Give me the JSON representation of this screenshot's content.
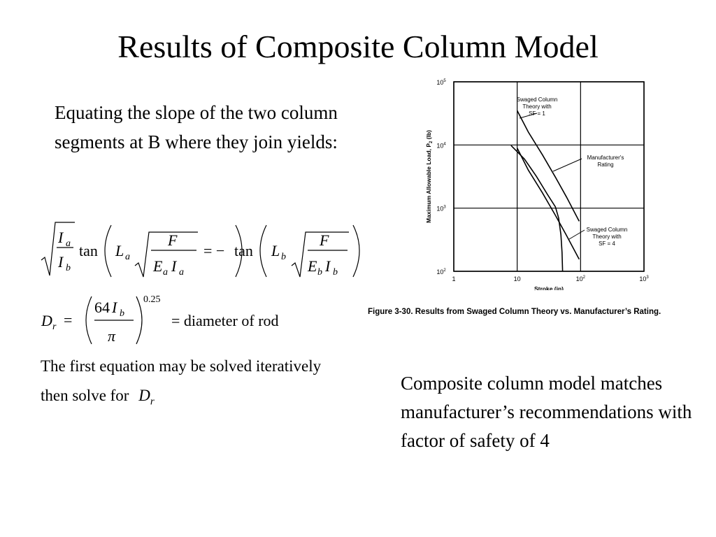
{
  "slide": {
    "title": "Results of Composite Column Model",
    "intro": "Equating the slope of the two column segments at B where they join yields:",
    "conclusion": "Composite column model matches manufacturer’s recommendations with factor of safety of 4",
    "solve_line1": "The first equation may be solved iteratively",
    "solve_line2_prefix": "then solve for",
    "diameter_label": "= diameter of rod"
  },
  "equation": {
    "tan": "tan",
    "equals_minus": "= −",
    "F": "F",
    "I": "I",
    "L": "L",
    "E": "E",
    "a": "a",
    "b": "b",
    "D": "D",
    "r": "r",
    "64": "64",
    "pi": "π",
    "exponent": "0.25",
    "eq_sign": "="
  },
  "figure": {
    "caption": "Figure 3-30. Results from Swaged Column Theory vs. Manufacturer’s Rating."
  },
  "chart_data": {
    "type": "line",
    "xlabel": "Stroke (in)",
    "ylabel": "Maximum Allowable Load, P",
    "ylabel_sub": "2",
    "ylabel_unit": "(lb)",
    "xscale": "log",
    "yscale": "log",
    "xlim": [
      1,
      1000
    ],
    "ylim": [
      100,
      100000
    ],
    "grid": true,
    "x_ticks": [
      {
        "value": 1,
        "base": "1",
        "exp": ""
      },
      {
        "value": 10,
        "base": "10",
        "exp": ""
      },
      {
        "value": 100,
        "base": "10",
        "exp": "2"
      },
      {
        "value": 1000,
        "base": "10",
        "exp": "3"
      }
    ],
    "y_ticks": [
      {
        "value": 100,
        "base": "10",
        "exp": "2"
      },
      {
        "value": 1000,
        "base": "10",
        "exp": "3"
      },
      {
        "value": 10000,
        "base": "10",
        "exp": "4"
      },
      {
        "value": 100000,
        "base": "10",
        "exp": "5"
      }
    ],
    "series": [
      {
        "name": "Swaged Column Theory with SF = 1",
        "label_lines": [
          "Swaged Column",
          "Theory with",
          "SF = 1"
        ],
        "points": [
          [
            10,
            35000
          ],
          [
            15,
            16000
          ],
          [
            25,
            7000
          ],
          [
            40,
            3100
          ],
          [
            60,
            1500
          ],
          [
            95,
            620
          ]
        ]
      },
      {
        "name": "Manufacturer's Rating",
        "label_lines": [
          "Manufacturer's",
          "Rating"
        ],
        "points": [
          [
            8,
            9800
          ],
          [
            13,
            6000
          ],
          [
            20,
            3200
          ],
          [
            30,
            1650
          ],
          [
            40,
            1050
          ],
          [
            45,
            700
          ],
          [
            49,
            380
          ],
          [
            51,
            200
          ],
          [
            52,
            100
          ]
        ]
      },
      {
        "name": "Swaged Column Theory with SF = 4",
        "label_lines": [
          "Swaged Column",
          "Theory with",
          "SF = 4"
        ],
        "points": [
          [
            10,
            8900
          ],
          [
            15,
            4000
          ],
          [
            25,
            1750
          ],
          [
            40,
            770
          ],
          [
            60,
            370
          ],
          [
            95,
            155
          ]
        ]
      }
    ]
  }
}
